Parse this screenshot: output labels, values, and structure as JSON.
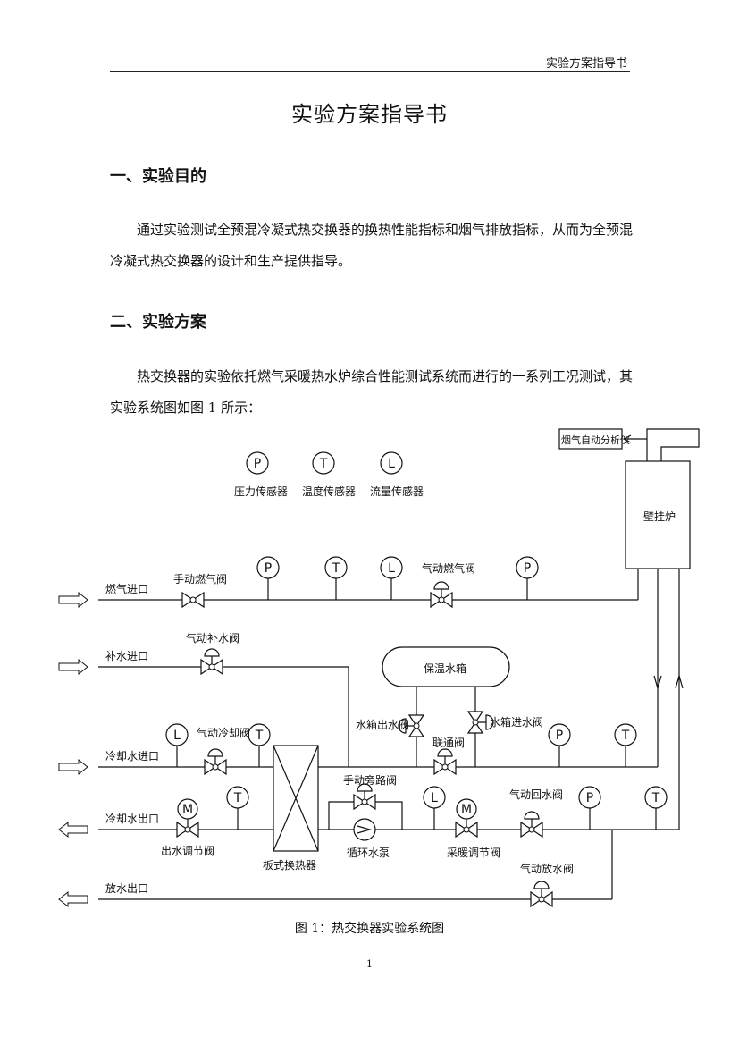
{
  "header": {
    "running_title": "实验方案指导书"
  },
  "title": "实验方案指导书",
  "sections": [
    {
      "heading": "一、实验目的",
      "paragraph": "通过实验测试全预混冷凝式热交换器的换热性能指标和烟气排放指标，从而为全预混冷凝式热交换器的设计和生产提供指导。"
    },
    {
      "heading": "二、实验方案",
      "paragraph": "热交换器的实验依托燃气采暖热水炉综合性能测试系统而进行的一系列工况测试，其实验系统图如图 1 所示："
    }
  ],
  "figure": {
    "legend": {
      "pressure_symbol": "P",
      "pressure_label": "压力传感器",
      "temp_symbol": "T",
      "temp_label": "温度传感器",
      "flow_symbol": "L",
      "flow_label": "流量传感器"
    },
    "boiler": "壁挂炉",
    "analyzer": "烟气自动分析仪",
    "tank": "保温水箱",
    "exchanger": "板式换热器",
    "pump": "循环水泵",
    "motor_symbol": "M",
    "lines": {
      "gas_in": "燃气进口",
      "makeup_in": "补水进口",
      "cool_in": "冷却水进口",
      "cool_out": "冷却水出口",
      "drain_out": "放水出口"
    },
    "valves": {
      "manual_gas": "手动燃气阀",
      "pneu_gas": "气动燃气阀",
      "pneu_makeup": "气动补水阀",
      "pneu_cooling": "气动冷却阀",
      "tank_out": "水箱出水阀",
      "tank_in": "水箱进水阀",
      "link": "联通阀",
      "manual_bypass": "手动旁路阀",
      "pneu_return": "气动回水阀",
      "outlet_reg": "出水调节阀",
      "heating_reg": "采暖调节阀",
      "pneu_drain": "气动放水阀"
    }
  },
  "caption": "图 1：热交换器实验系统图",
  "page_number": "1"
}
